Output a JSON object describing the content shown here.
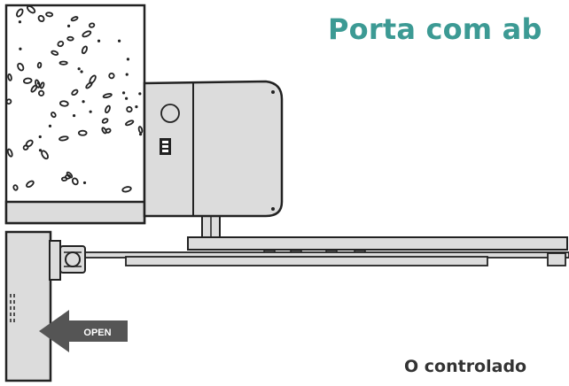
{
  "title": "Porta com ab",
  "caption": "O controlado",
  "arrow_label": "OPEN",
  "colors": {
    "title": "#3c9a94",
    "outline": "#222222",
    "operator_fill": "#dcdcdc",
    "wall_fill": "#ffffff",
    "door_fill": "#d6d6d6",
    "arrow_fill": "#555555",
    "caption": "#333333"
  },
  "icons": [
    "wall-pattern",
    "operator-lens",
    "control-switch",
    "open-arrow"
  ]
}
